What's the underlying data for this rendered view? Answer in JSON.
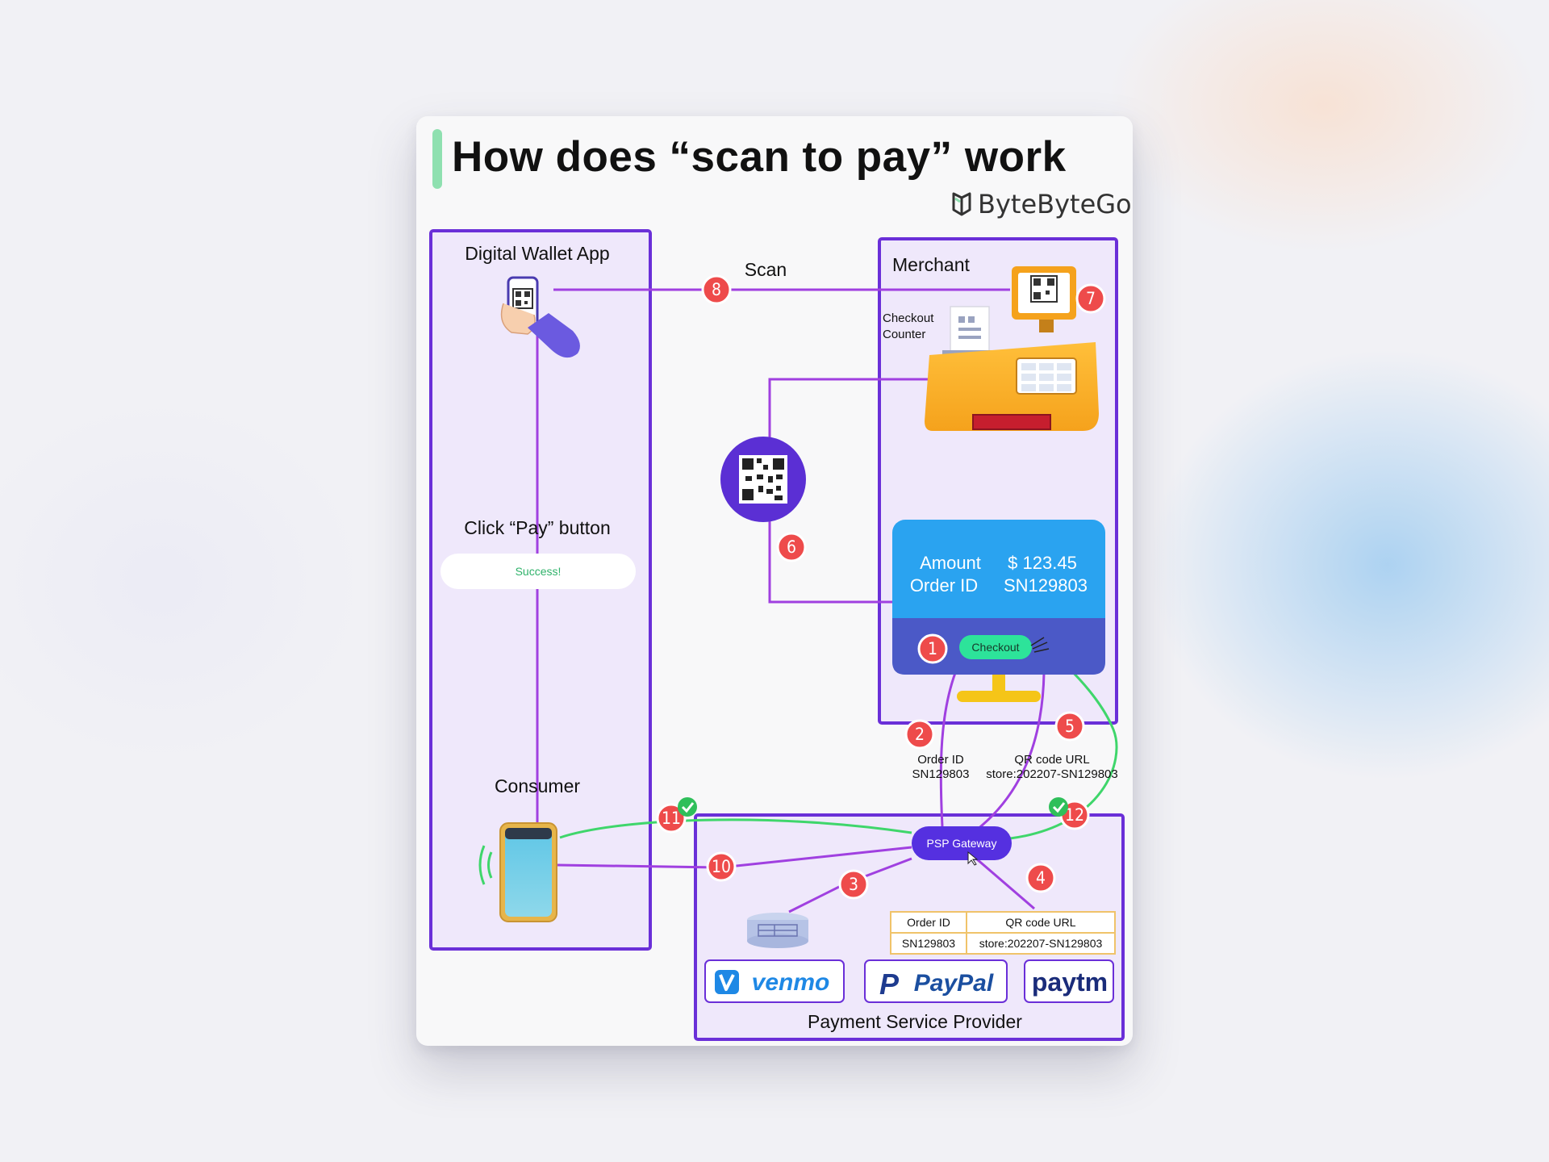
{
  "title": "How does “scan to pay” work",
  "brand": "ByteByteGo",
  "wallet": {
    "header": "Digital Wallet App",
    "click_pay": "Click “Pay” button",
    "success": "Success!",
    "consumer": "Consumer"
  },
  "scan_label": "Scan",
  "merchant": {
    "header": "Merchant",
    "checkout_counter_1": "Checkout",
    "checkout_counter_2": "Counter",
    "amount_label": "Amount",
    "amount_value": "$ 123.45",
    "order_label": "Order ID",
    "order_value": "SN129803",
    "checkout_button": "Checkout"
  },
  "flow": {
    "order_id_label": "Order ID",
    "order_id_value": "SN129803",
    "qr_url_label": "QR  code URL",
    "qr_url_value": "store:202207-SN129803"
  },
  "psp": {
    "gateway": "PSP Gateway",
    "footer": "Payment Service Provider",
    "table": {
      "col1_header": "Order ID",
      "col1_value": "SN129803",
      "col2_header": "QR  code URL",
      "col2_value": "store:202207-SN129803"
    },
    "providers": [
      "venmo",
      "PayPal",
      "paytm"
    ]
  },
  "steps": [
    "1",
    "2",
    "3",
    "4",
    "5",
    "6",
    "7",
    "8",
    "10",
    "11",
    "12"
  ],
  "colors": {
    "frame": "#6a2fd8",
    "line": "#a040e0",
    "success_line": "#3fd66b",
    "badge": "#ee4b4b",
    "screen": "#2aa3f0",
    "screen_bottom": "#4b59c7",
    "gateway": "#5530e0",
    "accent": "#8fe0b0"
  }
}
